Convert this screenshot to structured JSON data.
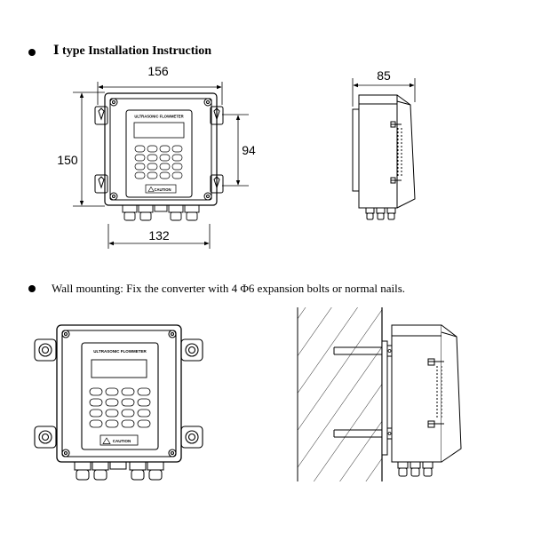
{
  "section1": {
    "heading": "Ⅰ type Installation Instruction"
  },
  "dimensions": {
    "front_width": "156",
    "front_height": "150",
    "window_height": "94",
    "bottom_width": "132",
    "side_depth": "85"
  },
  "panel": {
    "label": "ULTRASONIC FLOWMETER",
    "caution": "CAUTION"
  },
  "section2": {
    "note": "Wall mounting: Fix the converter with 4 Φ6 expansion bolts or normal nails."
  }
}
